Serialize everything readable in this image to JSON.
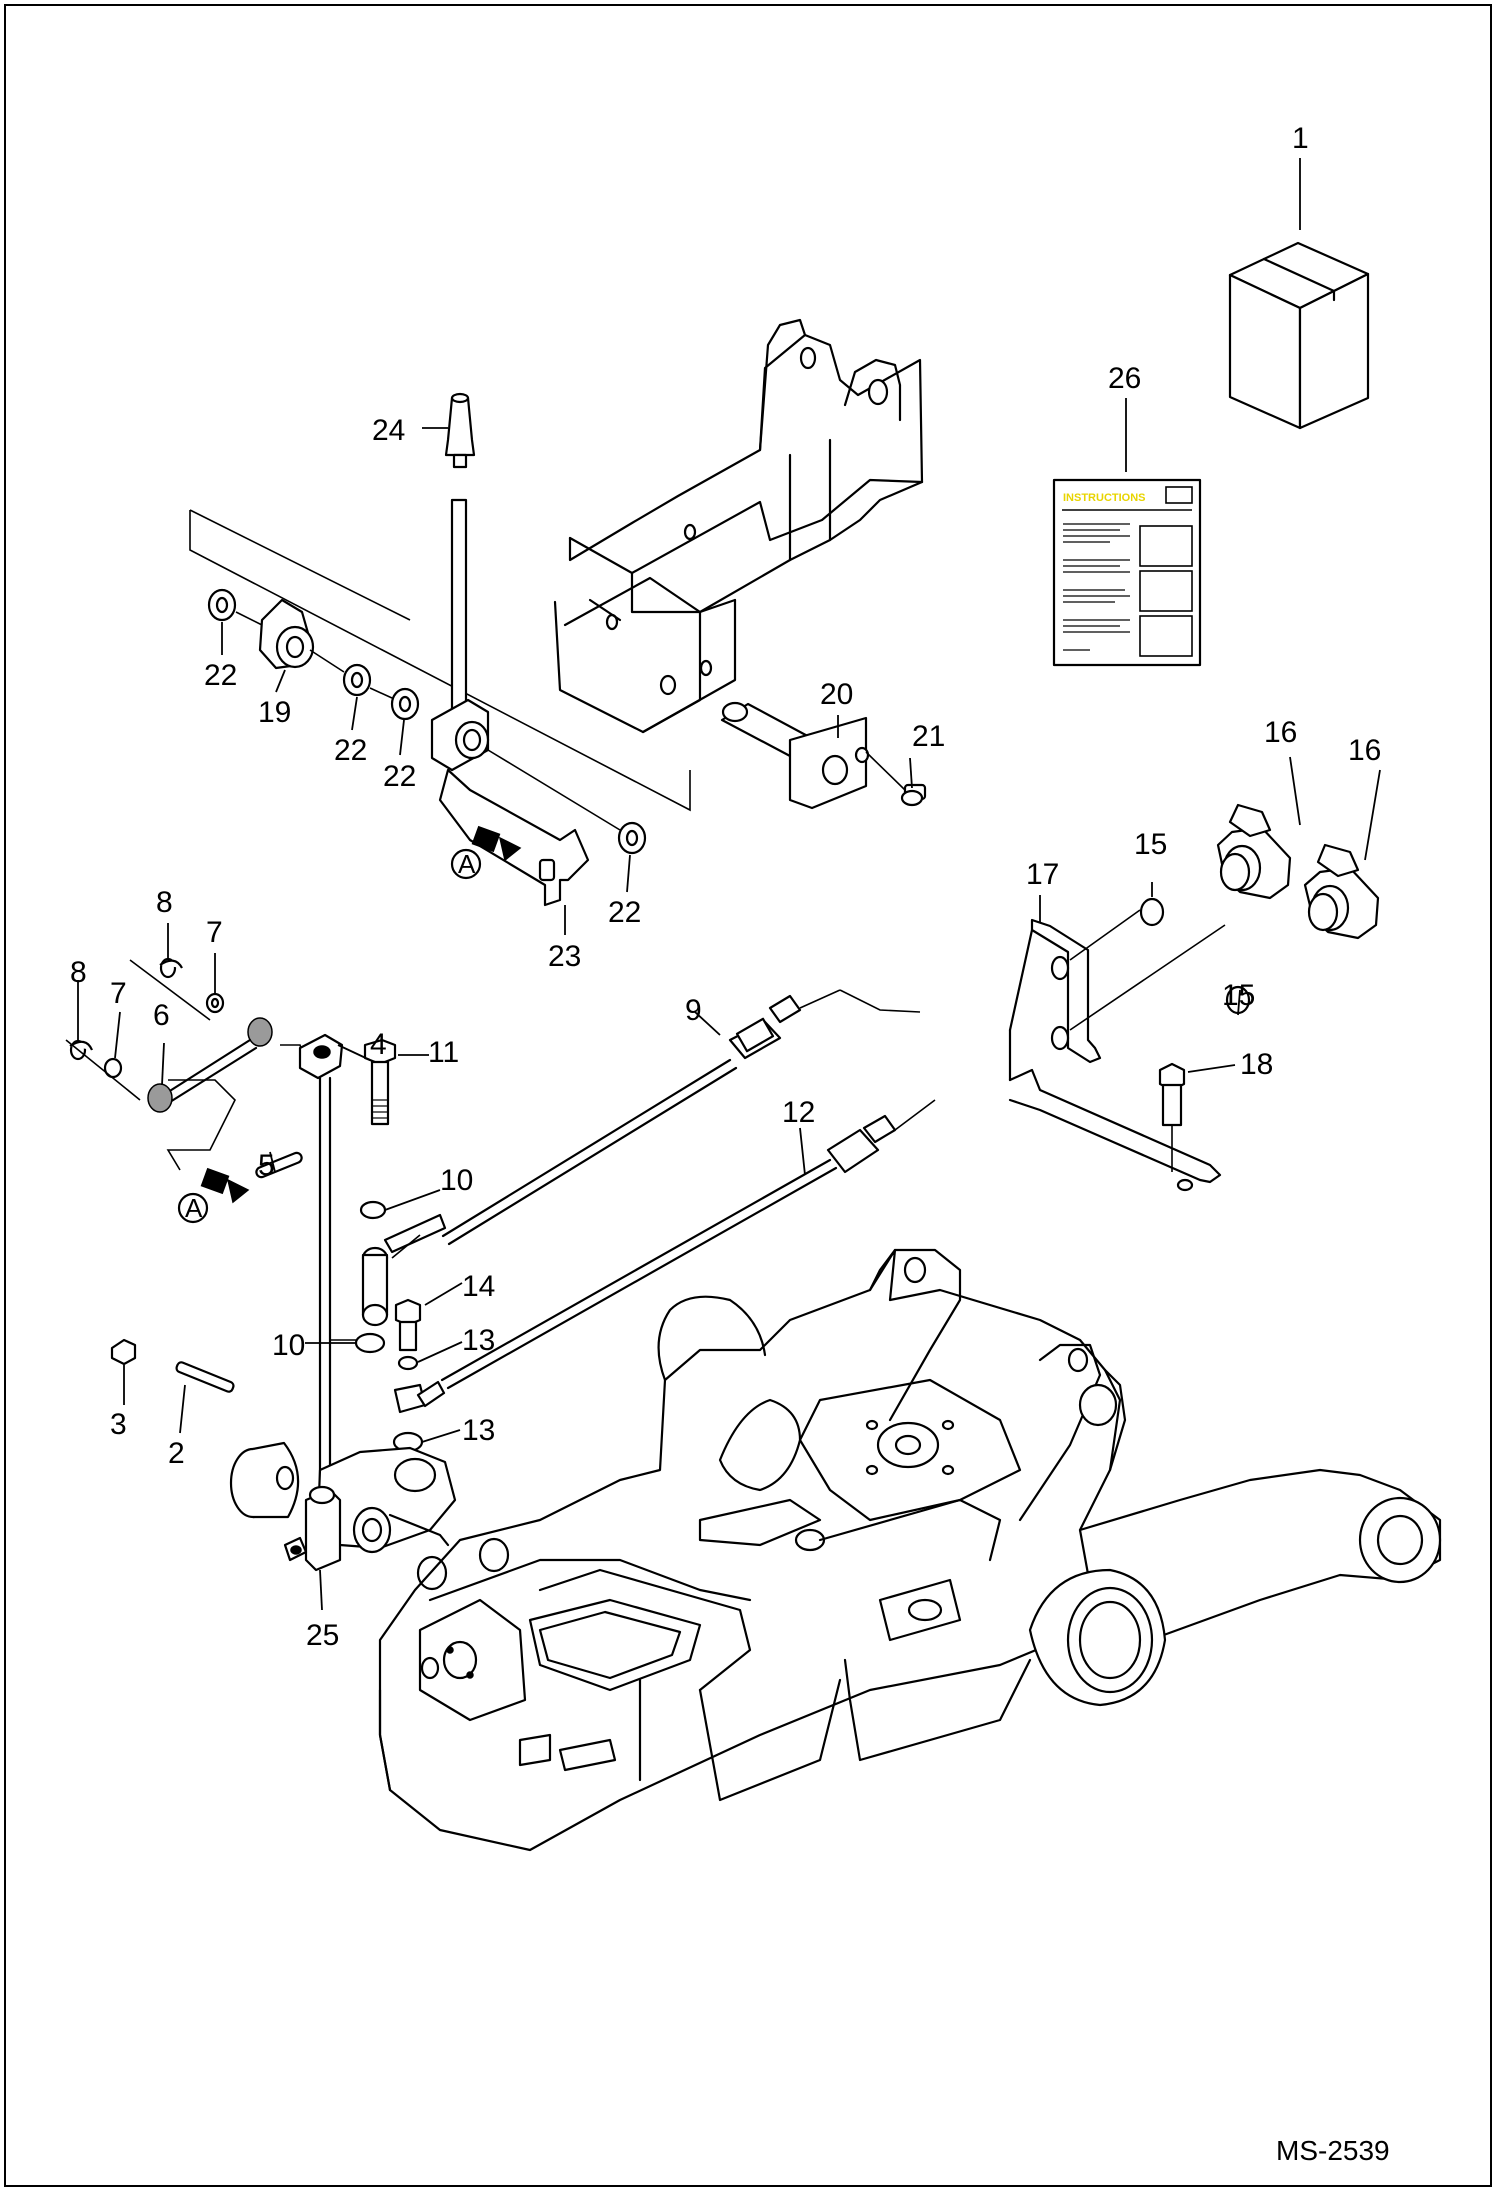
{
  "diagram": {
    "ref_code": "MS-2539",
    "instructions_title": "INSTRUCTIONS",
    "view_marker": "A",
    "callouts": [
      {
        "id": "c1",
        "text": "1"
      },
      {
        "id": "c26",
        "text": "26"
      },
      {
        "id": "c24",
        "text": "24"
      },
      {
        "id": "c22a",
        "text": "22"
      },
      {
        "id": "c19",
        "text": "19"
      },
      {
        "id": "c22b",
        "text": "22"
      },
      {
        "id": "c22c",
        "text": "22"
      },
      {
        "id": "c20",
        "text": "20"
      },
      {
        "id": "c21",
        "text": "21"
      },
      {
        "id": "c22d",
        "text": "22"
      },
      {
        "id": "c23",
        "text": "23"
      },
      {
        "id": "c16a",
        "text": "16"
      },
      {
        "id": "c16b",
        "text": "16"
      },
      {
        "id": "c15a",
        "text": "15"
      },
      {
        "id": "c17",
        "text": "17"
      },
      {
        "id": "c15b",
        "text": "15"
      },
      {
        "id": "c8a",
        "text": "8"
      },
      {
        "id": "c7a",
        "text": "7"
      },
      {
        "id": "c8b",
        "text": "8"
      },
      {
        "id": "c7b",
        "text": "7"
      },
      {
        "id": "c6",
        "text": "6"
      },
      {
        "id": "c4",
        "text": "4"
      },
      {
        "id": "c11",
        "text": "11"
      },
      {
        "id": "c9",
        "text": "9"
      },
      {
        "id": "c18",
        "text": "18"
      },
      {
        "id": "c5",
        "text": "5"
      },
      {
        "id": "c10a",
        "text": "10"
      },
      {
        "id": "c12",
        "text": "12"
      },
      {
        "id": "c14",
        "text": "14"
      },
      {
        "id": "c10b",
        "text": "10"
      },
      {
        "id": "c13a",
        "text": "13"
      },
      {
        "id": "c3",
        "text": "3"
      },
      {
        "id": "c2",
        "text": "2"
      },
      {
        "id": "c13b",
        "text": "13"
      },
      {
        "id": "c25",
        "text": "25"
      }
    ]
  }
}
